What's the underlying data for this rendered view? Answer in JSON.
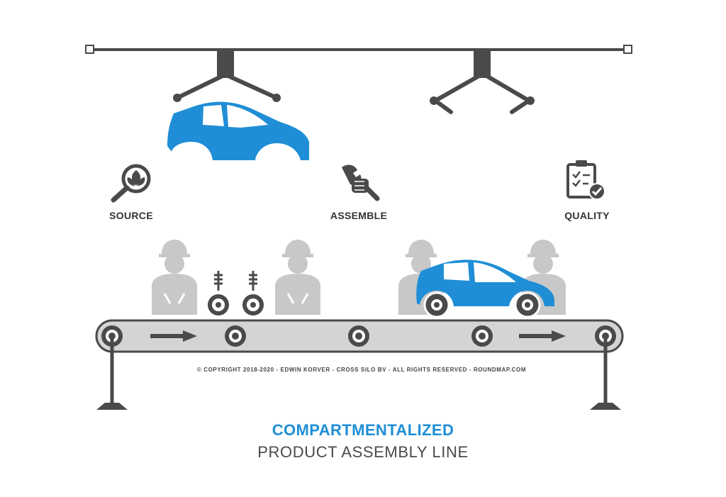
{
  "steps": [
    {
      "label": "SOURCE",
      "icon": "magnifier-leaf-icon"
    },
    {
      "label": "ASSEMBLE",
      "icon": "wrench-hand-icon"
    },
    {
      "label": "QUALITY",
      "icon": "checklist-approved-icon"
    }
  ],
  "copyright": "© COPYRIGHT 2018-2020 - EDWIN KORVER - CROSS SILO BV - ALL RIGHTS RESERVED - ROUNDMAP.COM",
  "title": {
    "main": "COMPARTMENTALIZED",
    "sub": "PRODUCT ASSEMBLY LINE"
  },
  "colors": {
    "accent": "#1f8ed6",
    "dark": "#4a4a4a",
    "worker": "#c8c8c8",
    "belt": "#d4d4d4"
  }
}
